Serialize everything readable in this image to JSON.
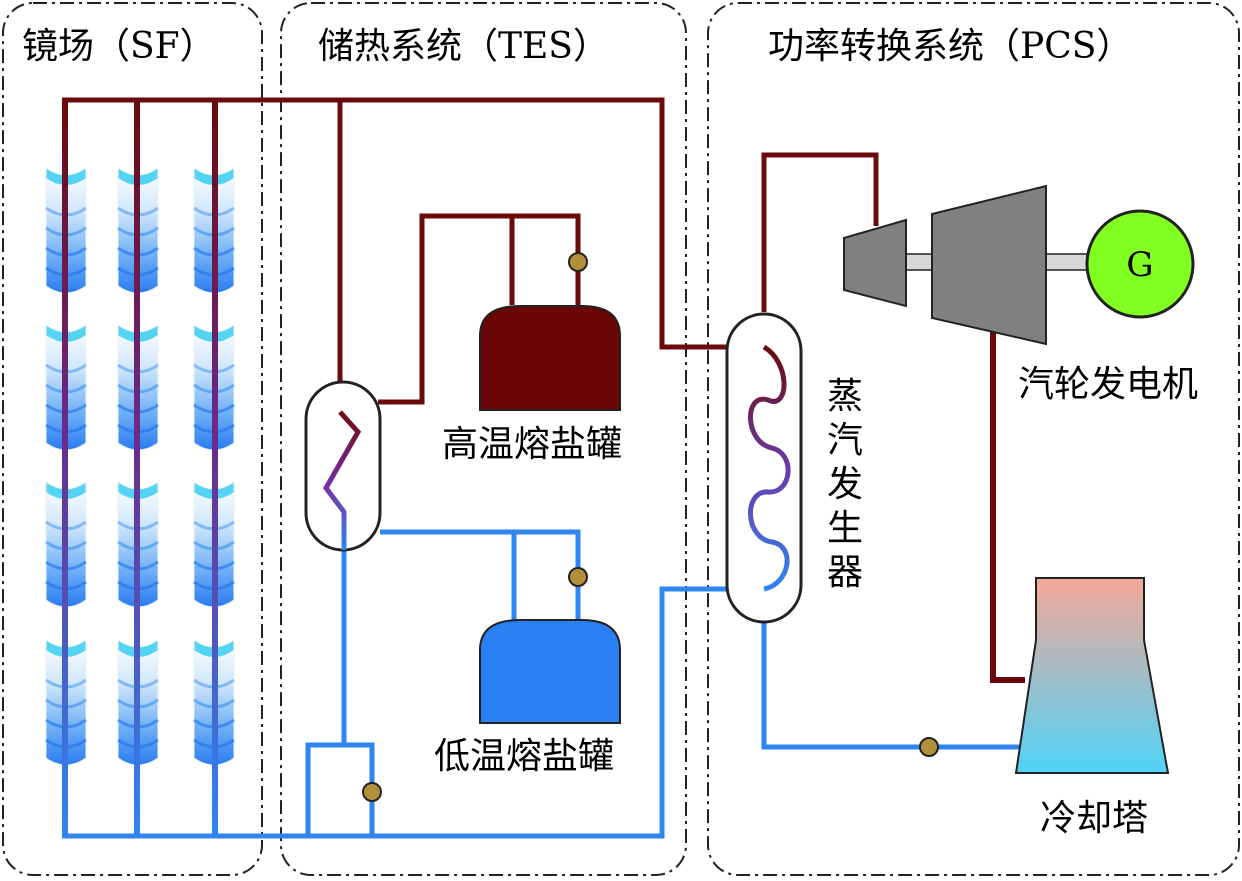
{
  "sections": {
    "sf": "镜场（SF）",
    "tes": "储热系统（TES）",
    "pcs": "功率转换系统（PCS）"
  },
  "labels": {
    "hot_tank": "高温熔盐罐",
    "cold_tank": "低温熔盐罐",
    "steam_generator": [
      "蒸",
      "汽",
      "发",
      "生",
      "器"
    ],
    "turbine_generator": "汽轮发电机",
    "generator_symbol": "G",
    "cooling_tower": "冷却塔"
  },
  "colors": {
    "hot_line": "#6b0a0a",
    "cold_line": "#2f86f0",
    "hot_tank": "#6a0606",
    "cold_tank": "#2a7ff2",
    "turbine": "#808080",
    "generator": "#80ff20",
    "pump": "#b38f3a",
    "tower_top": "#f4a896",
    "tower_bottom": "#4fd3f7"
  }
}
